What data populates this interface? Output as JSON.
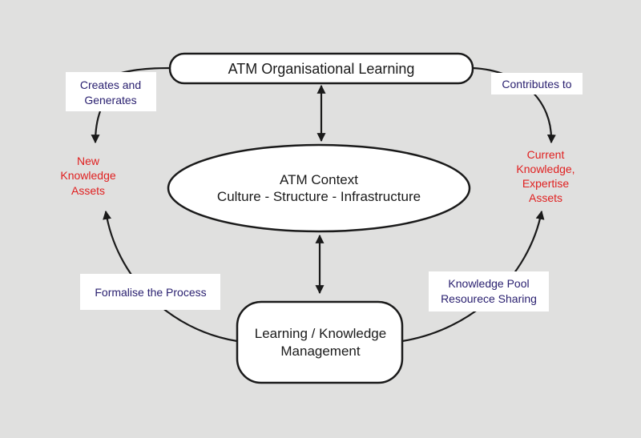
{
  "diagram": {
    "top_node": "ATM Organisational Learning",
    "center_node": {
      "line1": "ATM Context",
      "line2": "Culture - Structure - Infrastructure"
    },
    "bottom_node": {
      "line1": "Learning / Knowledge",
      "line2": "Management"
    },
    "left_asset": [
      "New",
      "Knowledge",
      "Assets"
    ],
    "right_asset": [
      "Current",
      "Knowledge,",
      "Expertise",
      "Assets"
    ],
    "edge_labels": {
      "creates": [
        "Creates and",
        "Generates"
      ],
      "contributes": "Contributes to",
      "formalise": "Formalise the Process",
      "pool": [
        "Knowledge Pool",
        "Resourece Sharing"
      ]
    },
    "colors": {
      "background": "#e0e0df",
      "label_text": "#2a2070",
      "asset_text": "#e02020"
    }
  }
}
